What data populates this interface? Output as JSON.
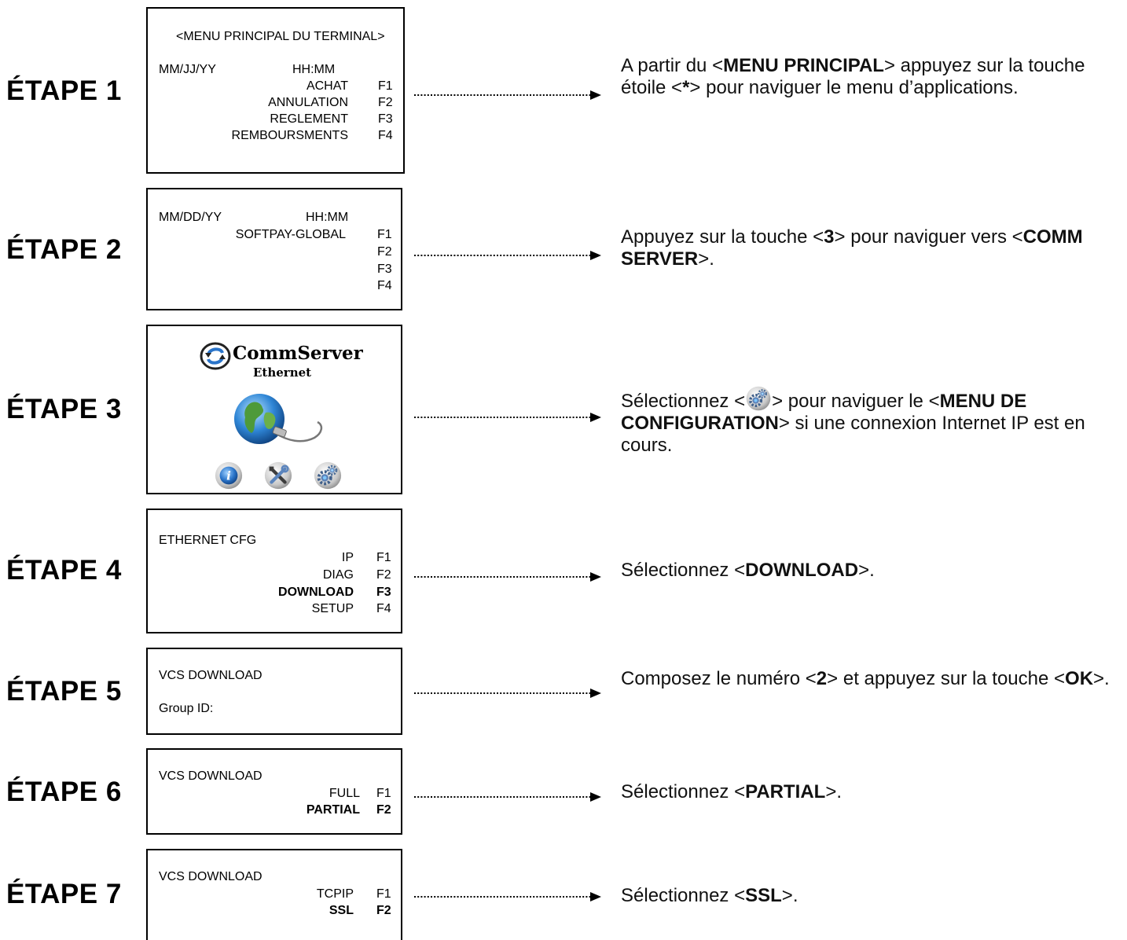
{
  "steps": [
    {
      "label": "ÉTAPE 1",
      "screen": {
        "title": "<MENU PRINCIPAL DU TERMINAL>",
        "date": "MM/JJ/YY",
        "time": "HH:MM",
        "items": [
          {
            "label": "ACHAT",
            "key": "F1"
          },
          {
            "label": "ANNULATION",
            "key": "F2"
          },
          {
            "label": "REGLEMENT",
            "key": "F3"
          },
          {
            "label": "REMBOURSMENTS",
            "key": "F4"
          }
        ]
      },
      "desc": {
        "a": "A partir du <",
        "b": "MENU PRINCIPAL",
        "c": "> appuyez sur la touche étoile <",
        "d": "*",
        "e": "> pour naviguer le menu d’applications."
      }
    },
    {
      "label": "ÉTAPE 2",
      "screen": {
        "date": "MM/DD/YY",
        "time": "HH:MM",
        "items": [
          {
            "label": "SOFTPAY-GLOBAL",
            "key": "F1"
          },
          {
            "label": "",
            "key": "F2"
          },
          {
            "label": "",
            "key": "F3"
          },
          {
            "label": "",
            "key": "F4"
          }
        ]
      },
      "desc": {
        "a": "Appuyez sur la touche <",
        "b": "3",
        "c": "> pour naviguer vers <",
        "d": "COMM SERVER",
        "e": ">."
      }
    },
    {
      "label": "ÉTAPE 3",
      "screen": {
        "brand": "CommServer",
        "subtitle": "Ethernet",
        "icons": [
          "info-icon",
          "tools-icon",
          "gear-icon"
        ]
      },
      "desc": {
        "a": "Sélectionnez <",
        "b": ">  pour naviguer le <",
        "c": "MENU DE CONFIGURATION",
        "d": "> si une connexion Internet IP est en cours."
      }
    },
    {
      "label": "ÉTAPE 4",
      "screen": {
        "title": "ETHERNET CFG",
        "items": [
          {
            "label": "IP",
            "key": "F1"
          },
          {
            "label": "DIAG",
            "key": "F2"
          },
          {
            "label": "DOWNLOAD",
            "key": "F3"
          },
          {
            "label": "SETUP",
            "key": "F4"
          }
        ]
      },
      "desc": {
        "a": "Sélectionnez <",
        "b": "DOWNLOAD",
        "c": ">."
      }
    },
    {
      "label": "ÉTAPE 5",
      "screen": {
        "title": "VCS DOWNLOAD",
        "field": "Group ID:"
      },
      "desc": {
        "a": "Composez le numéro <",
        "b": "2",
        "c": "> et appuyez sur la touche <",
        "d": "OK",
        "e": ">."
      }
    },
    {
      "label": "ÉTAPE 6",
      "screen": {
        "title": "VCS DOWNLOAD",
        "items": [
          {
            "label": "FULL",
            "key": "F1"
          },
          {
            "label": "PARTIAL",
            "key": "F2"
          }
        ]
      },
      "desc": {
        "a": "Sélectionnez <",
        "b": "PARTIAL",
        "c": ">."
      }
    },
    {
      "label": "ÉTAPE 7",
      "screen": {
        "title": "VCS DOWNLOAD",
        "items": [
          {
            "label": "TCPIP",
            "key": "F1"
          },
          {
            "label": "SSL",
            "key": "F2"
          }
        ]
      },
      "desc": {
        "a": "Sélectionnez <",
        "b": "SSL",
        "c": ">."
      }
    }
  ],
  "icons": {
    "arrow": "dotted-arrow-icon",
    "globe": "globe-icon",
    "logo": "commserver-logo-icon"
  },
  "colors": {
    "globe_blue": "#2a74c9",
    "icon_gray": "#cfcfcf",
    "info_blue": "#1b5fb8"
  }
}
